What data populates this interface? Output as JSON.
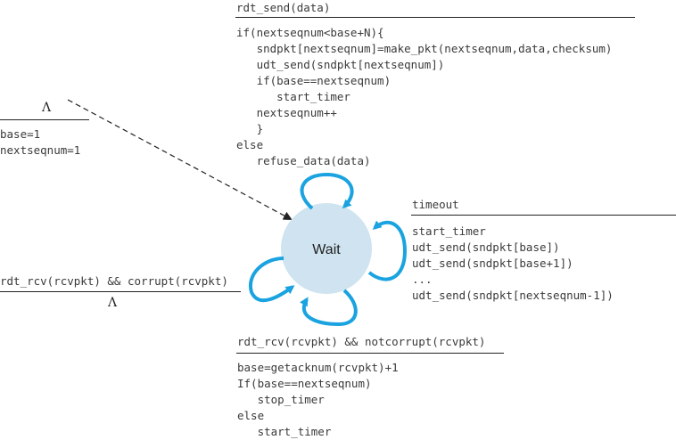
{
  "diagram": {
    "state": {
      "label": "Wait",
      "fill": "#cfe4f0"
    },
    "loop_color": "#1aa3e0",
    "send": {
      "event": "rdt_send(data)",
      "actions": [
        "if(nextseqnum<base+N){",
        "   sndpkt[nextseqnum]=make_pkt(nextseqnum,data,checksum)",
        "   udt_send(sndpkt[nextseqnum])",
        "   if(base==nextseqnum)",
        "      start_timer",
        "   nextseqnum++",
        "   }",
        "else",
        "   refuse_data(data)"
      ]
    },
    "init": {
      "event": "Λ",
      "actions": [
        "base=1",
        "nextseqnum=1"
      ]
    },
    "timeout": {
      "event": "timeout",
      "actions": [
        "start_timer",
        "udt_send(sndpkt[base])",
        "udt_send(sndpkt[base+1])",
        "...",
        "udt_send(sndpkt[nextseqnum-1])"
      ]
    },
    "corrupt": {
      "event": "rdt_rcv(rcvpkt) && corrupt(rcvpkt)",
      "action": "Λ"
    },
    "notcorrupt": {
      "event": "rdt_rcv(rcvpkt) && notcorrupt(rcvpkt)",
      "actions": [
        "base=getacknum(rcvpkt)+1",
        "If(base==nextseqnum)",
        "   stop_timer",
        "else",
        "   start_timer"
      ]
    }
  }
}
